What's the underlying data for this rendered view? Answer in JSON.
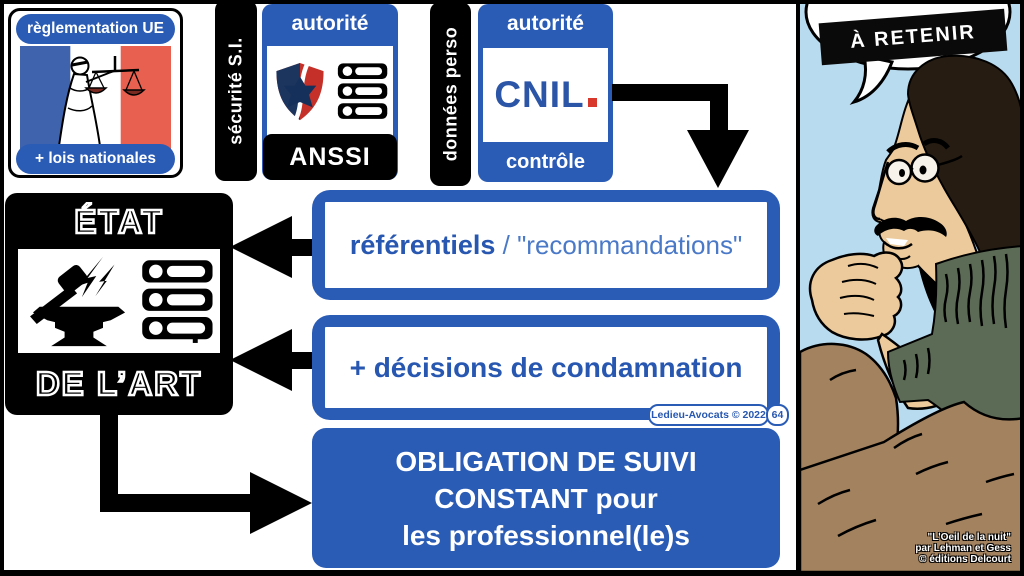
{
  "slide": {
    "reg_card": {
      "top_label": "règlementation UE",
      "bottom_label": "+ lois nationales"
    },
    "anssi": {
      "side_label": "sécurité S.I.",
      "header": "autorité",
      "name": "ANSSI"
    },
    "cnil": {
      "side_label": "données perso",
      "header": "autorité",
      "logo": "CNIL",
      "footer": "contrôle"
    },
    "etat": {
      "line1": "ÉTAT",
      "line2": "DE L’ART"
    },
    "boxes": {
      "ref_bold": "référentiels",
      "ref_sep": " / ",
      "ref_quote": "\"recommandations\"",
      "decisions": "+ décisions de condamnation",
      "obligation1": "OBLIGATION DE SUIVI",
      "obligation2": "CONSTANT pour",
      "obligation3": "les professionnel(le)s"
    },
    "footer": {
      "credit": "Ledieu-Avocats © 2022",
      "page": "64"
    }
  },
  "comic": {
    "bubble_label": "À RETENIR",
    "caption1": "\"L'Oeil de la nuit\"",
    "caption2": "par Lehman et Gess",
    "caption3": "© éditions Delcourt"
  },
  "colors": {
    "accent_blue": "#2b5cb5",
    "cnil_blue": "#2b55a7",
    "cnil_dot_red": "#d8372b",
    "flag_blue": "#3f63ad",
    "flag_red": "#e8604f",
    "shield_navy": "#1c355e",
    "shield_red": "#c53128",
    "sky_blue": "#b8dbef",
    "coat_brown": "#a3825f",
    "sweater_green": "#5c6b55",
    "skin": "#ecca9b"
  }
}
